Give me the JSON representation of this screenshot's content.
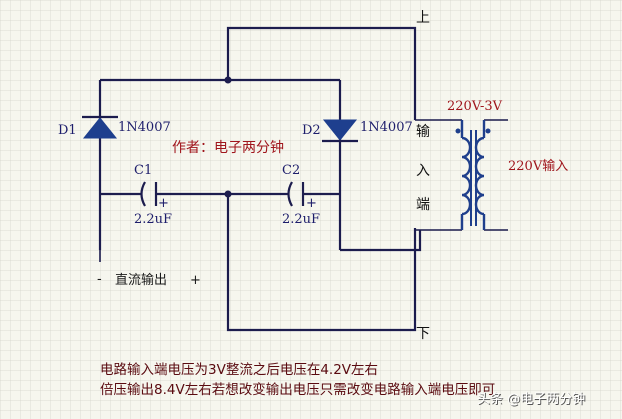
{
  "labels": {
    "top_terminal": "上",
    "bottom_terminal": "下",
    "d1_ref": "D1",
    "d1_part": "1N4007",
    "d2_ref": "D2",
    "d2_part": "1N4007",
    "author": "作者：电子两分钟",
    "c1_ref": "C1",
    "c1_value": "2.2uF",
    "c1_plus": "+",
    "c2_ref": "C2",
    "c2_value": "2.2uF",
    "c2_plus": "+",
    "input_char_1": "输",
    "input_char_2": "入",
    "input_char_3": "端",
    "transformer_rating": "220V-3V",
    "transformer_input": "220V输入",
    "dc_minus": "-",
    "dc_output": "直流输出",
    "dc_plus": "+"
  },
  "notes": {
    "line1": "电路输入端电压为3V整流之后电压在4.2V左右",
    "line2": "倍压输出8.4V左右若想改变输出电压只需改变电路输入端电压即可"
  },
  "watermark": {
    "text": "头条 @电子两分钟"
  },
  "colors": {
    "background": "#f6f6ee",
    "wire": "#1c1c4e",
    "component": "#1e3f8e",
    "label_red": "#a0151c"
  }
}
